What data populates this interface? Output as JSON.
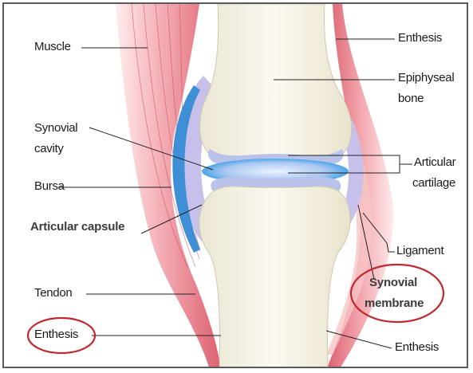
{
  "labels": {
    "muscle": "Muscle",
    "synovial_cavity_line1": "Synovial",
    "synovial_cavity_line2": "cavity",
    "bursa": "Bursa",
    "articular_capsule": "Articular capsule",
    "tendon": "Tendon",
    "enthesis_bottom_left": "Enthesis",
    "enthesis_top_right": "Enthesis",
    "epiphyseal_line1": "Epiphyseal",
    "epiphyseal_line2": "bone",
    "articular_cartilage_line1": "Articular",
    "articular_cartilage_line2": "cartilage",
    "ligament": "Ligament",
    "synovial_membrane_line1": "Synovial",
    "synovial_membrane_line2": "membrane",
    "enthesis_bottom_right": "Enthesis"
  },
  "highlighted_labels": [
    "Enthesis",
    "Synovial membrane"
  ],
  "colors": {
    "bone": "#f3efe0",
    "bone_outline": "#c9c2a8",
    "muscle": "#e36b78",
    "ligament": "#f1a3a6",
    "capsule": "#c9c3ea",
    "bursa": "#3f8fd6",
    "cartilage": "#b7c2ea",
    "highlight_circle": "#c0282d",
    "leader_line": "#222222"
  }
}
